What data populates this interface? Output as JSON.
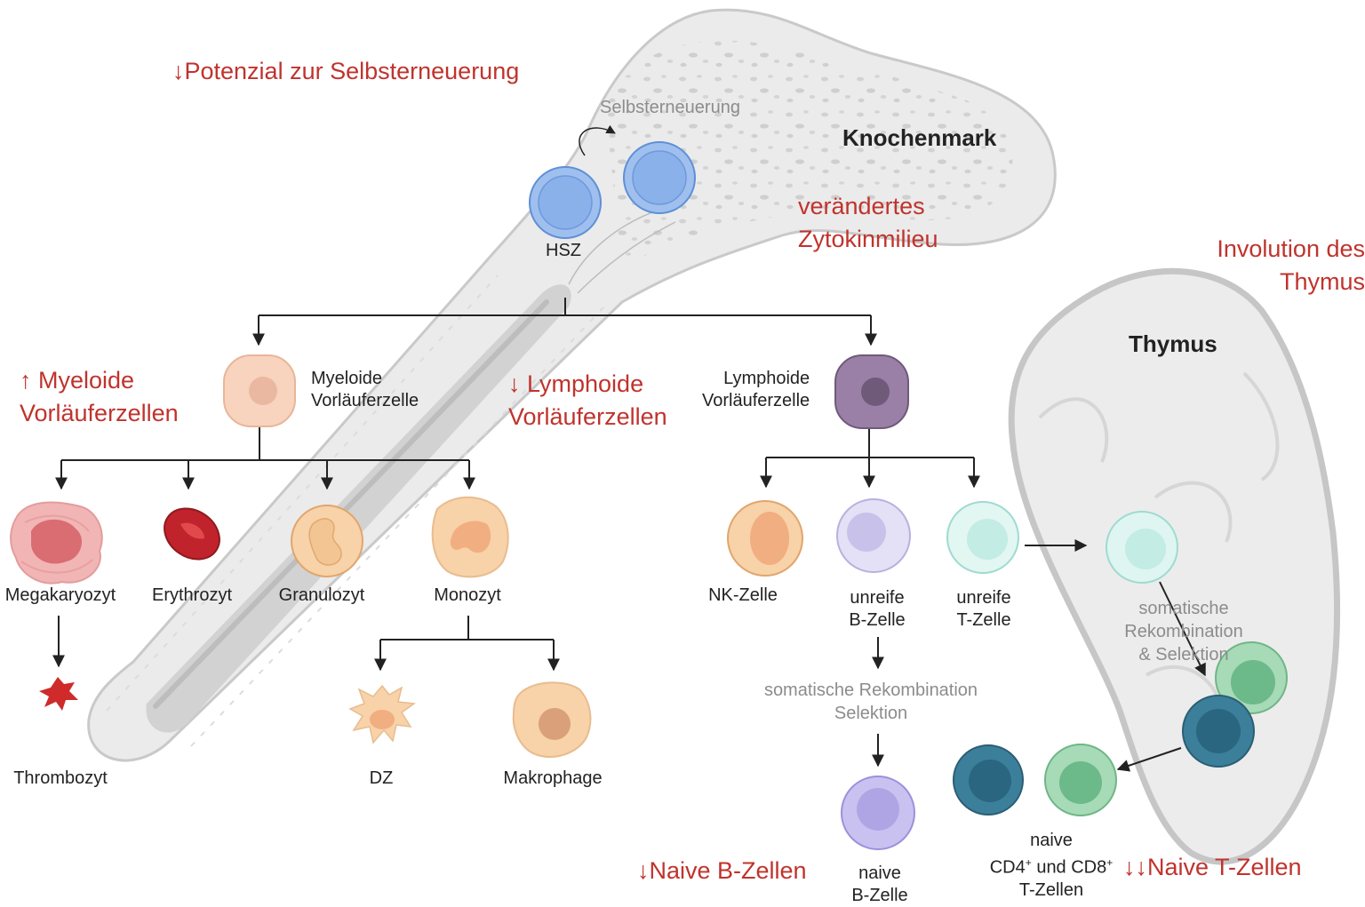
{
  "organs": {
    "bone_marrow": "Knochenmark",
    "thymus": "Thymus"
  },
  "aging_effects": {
    "self_renewal": "↓Potenzial zur Selbsterneuerung",
    "cytokine": "verändertes\nZytokinmilieu",
    "myeloid": "↑ Myeloide\nVorläuferzellen",
    "lymphoid": "↓ Lymphoide\nVorläuferzellen",
    "thymus_involution": "Involution des\nThymus",
    "naive_b": "↓Naive B-Zellen",
    "naive_t": "↓↓Naive T-Zellen"
  },
  "process_labels": {
    "self_renewal": "Selbsterneuerung",
    "recomb_b": "somatische Rekombination\nSelektion",
    "recomb_t": "somatische Rekombination\n& Selektion"
  },
  "cells": {
    "hsz": "HSZ",
    "myeloid_progenitor": "Myeloide\nVorläuferzelle",
    "lymphoid_progenitor": "Lymphoide\nVorläuferzelle",
    "megakaryocyte": "Megakaryozyt",
    "erythrocyte": "Erythrozyt",
    "granulocyte": "Granulozyt",
    "monocyte": "Monozyt",
    "thrombocyte": "Thrombozyt",
    "dendritic": "DZ",
    "macrophage": "Makrophage",
    "nk": "NK-Zelle",
    "immature_b": "unreife\nB-Zelle",
    "immature_t": "unreife\nT-Zelle",
    "naive_b": "naive\nB-Zelle",
    "naive_t_line1": "naive",
    "naive_t_cd4": "CD4",
    "naive_t_and": " und CD8",
    "naive_t_sup": "+",
    "naive_t_line3": "T-Zellen"
  },
  "colors": {
    "red_text": "#c0332d",
    "hsz": "#8fb3e6",
    "myeloid": "#f6c9b0",
    "lymphoid": "#8e7196",
    "b_cell": "#c4bfe6",
    "t_cell": "#bfe8e1",
    "cd4": "#7fc492",
    "cd8": "#2f6f8a"
  }
}
